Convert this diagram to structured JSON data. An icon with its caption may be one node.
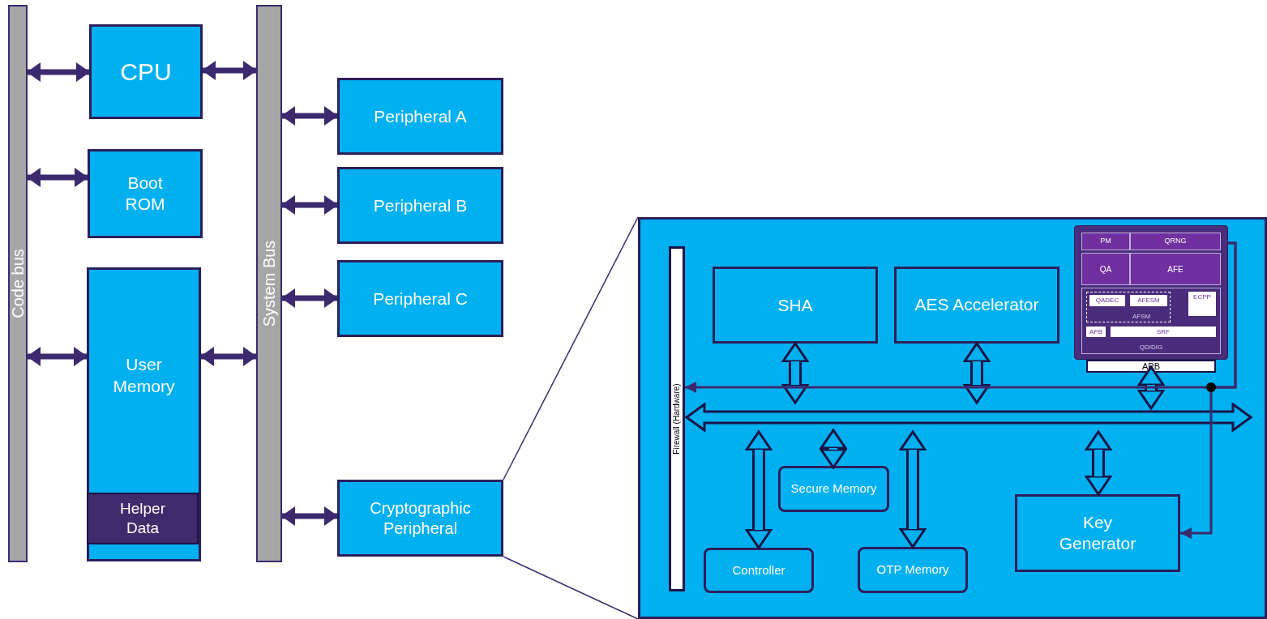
{
  "diagram": {
    "nodes": [
      {
        "text": [
          "Code bus"
        ]
      },
      {
        "text": [
          "CPU"
        ]
      },
      {
        "text": [
          "System Bus"
        ]
      },
      {
        "text": [
          "Boot ROM"
        ]
      },
      {
        "text": [
          "Peripheral A"
        ]
      },
      {
        "text": [
          "Peripheral B"
        ]
      },
      {
        "text": [
          "Peripheral C"
        ]
      },
      {
        "text": [
          "User Memory"
        ]
      },
      {
        "text": [
          "Helper Data"
        ],
        "in": 7
      },
      {
        "text": [
          "Cryptographic Peripheral"
        ]
      },
      {
        "text": [],
        "shape": "box"
      },
      {
        "text": [
          "Firewall (Hardware)"
        ],
        "in": 10
      },
      {
        "text": [
          "SHA"
        ],
        "in": 10
      },
      {
        "text": [
          "AES Accelerator"
        ],
        "in": 10
      },
      {
        "text": [],
        "shape": "box",
        "in": 10
      },
      {
        "text": [
          "PM"
        ],
        "in": 14
      },
      {
        "text": [
          "QRNG"
        ],
        "in": 14
      },
      {
        "text": [
          "QA"
        ],
        "in": 14
      },
      {
        "text": [
          "AFE"
        ],
        "in": 14
      },
      {
        "text": [
          "QDIDIG"
        ],
        "in": 14
      },
      {
        "text": [
          "AFSM"
        ],
        "in": 19
      },
      {
        "text": [
          "QADEC"
        ],
        "in": 20
      },
      {
        "text": [
          "AFESM"
        ],
        "in": 20
      },
      {
        "text": [
          "ECPP"
        ],
        "in": 19
      },
      {
        "text": [
          "APB"
        ],
        "in": 19
      },
      {
        "text": [
          "SRF"
        ],
        "in": 19
      },
      {
        "text": [
          "APB"
        ],
        "in": 10
      },
      {
        "text": [],
        "shape": "bar",
        "in": 10
      },
      {
        "text": [
          "Secure Memory"
        ],
        "in": 10
      },
      {
        "text": [
          "Controller"
        ],
        "in": 10
      },
      {
        "text": [
          "OTP Memory"
        ],
        "in": 10
      },
      {
        "text": [
          "Key Generator"
        ],
        "in": 10
      }
    ],
    "edges": [
      {
        "from": 0,
        "to": 1,
        "arrow": "both"
      },
      {
        "from": 1,
        "to": 2,
        "arrow": "both"
      },
      {
        "from": 0,
        "to": 3,
        "arrow": "both"
      },
      {
        "from": 2,
        "to": 4,
        "arrow": "both"
      },
      {
        "from": 2,
        "to": 5,
        "arrow": "both"
      },
      {
        "from": 2,
        "to": 6,
        "arrow": "both"
      },
      {
        "from": 0,
        "to": 7,
        "arrow": "both"
      },
      {
        "from": 7,
        "to": 2,
        "arrow": "both"
      },
      {
        "from": 2,
        "to": 9,
        "arrow": "both"
      },
      {
        "from": 9,
        "to": 10,
        "arrow": "none"
      },
      {
        "from": 9,
        "to": 10,
        "arrow": "none"
      },
      {
        "from": 12,
        "to": 27,
        "arrow": "both",
        "style": "thick",
        "color": "#1a1446"
      },
      {
        "from": 13,
        "to": 27,
        "arrow": "both",
        "style": "thick",
        "color": "#1a1446"
      },
      {
        "from": 26,
        "to": 27,
        "arrow": "both",
        "style": "thick",
        "color": "#1a1446"
      },
      {
        "from": 27,
        "to": 29,
        "arrow": "both",
        "style": "thick",
        "color": "#1a1446"
      },
      {
        "from": 27,
        "to": 28,
        "arrow": "both",
        "style": "thick",
        "color": "#1a1446"
      },
      {
        "from": 27,
        "to": 30,
        "arrow": "both",
        "style": "thick",
        "color": "#1a1446"
      },
      {
        "from": 27,
        "to": 31,
        "arrow": "both",
        "style": "thick",
        "color": "#1a1446"
      },
      {
        "from": 14,
        "to": 11,
        "arrow": "to"
      },
      {
        "from": 14,
        "to": 31,
        "arrow": "to"
      }
    ]
  }
}
